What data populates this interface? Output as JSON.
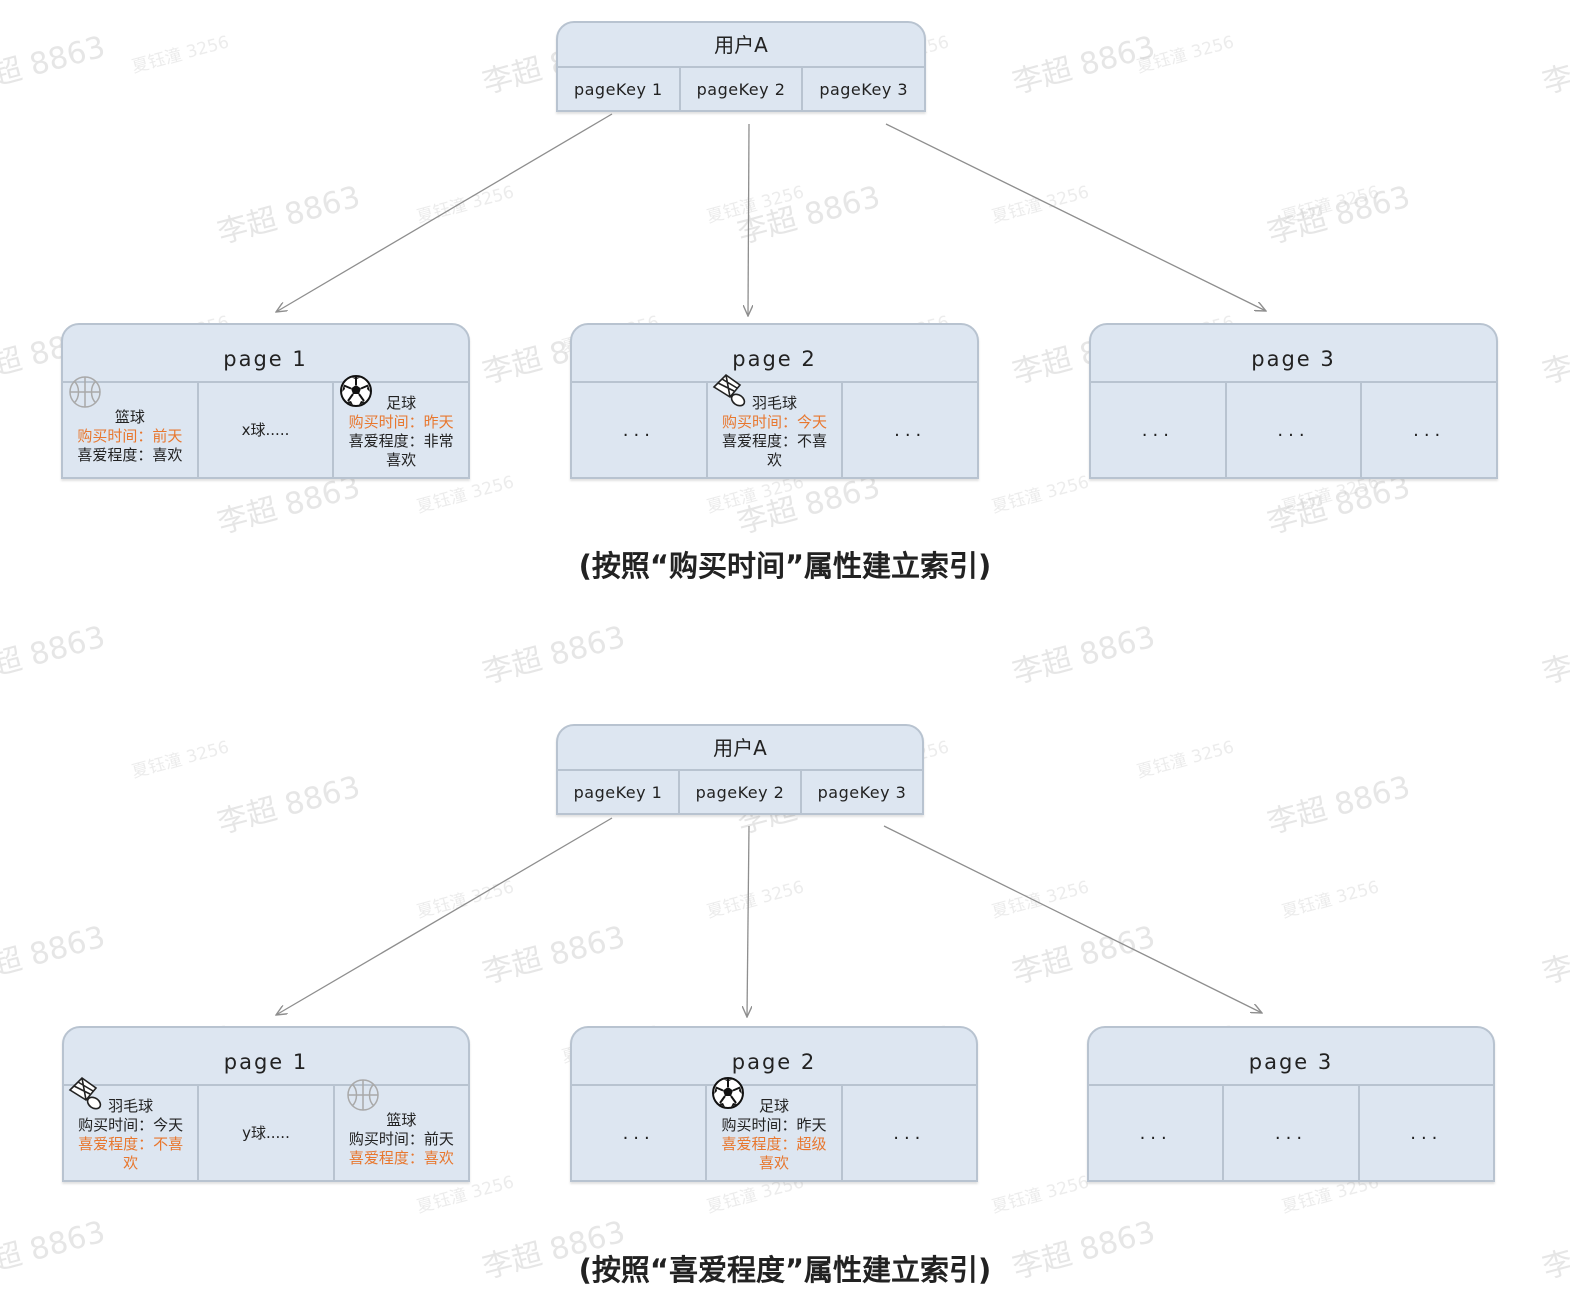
{
  "sections": [
    {
      "user_box": {
        "title": "用户A",
        "keys": [
          "pageKey 1",
          "pageKey 2",
          "pageKey 3"
        ]
      },
      "pages": [
        {
          "title": "page 1",
          "cells": [
            {
              "kind": "item",
              "icon": "basketball-icon",
              "name": "篮球",
              "lines": [
                {
                  "text": "购买时间：前天",
                  "color": "orange"
                },
                {
                  "text": "喜爱程度：喜欢",
                  "color": "dark"
                }
              ]
            },
            {
              "kind": "text",
              "text": "x球....."
            },
            {
              "kind": "item",
              "icon": "soccer-ball-icon",
              "name": "足球",
              "lines": [
                {
                  "text": "购买时间：昨天",
                  "color": "orange"
                },
                {
                  "text": "喜爱程度：非常",
                  "color": "dark"
                },
                {
                  "text": "喜欢",
                  "color": "dark"
                }
              ]
            }
          ]
        },
        {
          "title": "page 2",
          "cells": [
            {
              "kind": "dots",
              "text": "..."
            },
            {
              "kind": "item",
              "icon": "shuttlecock-icon",
              "name": "羽毛球",
              "lines": [
                {
                  "text": "购买时间：今天",
                  "color": "orange"
                },
                {
                  "text": "喜爱程度：不喜",
                  "color": "dark"
                },
                {
                  "text": "欢",
                  "color": "dark"
                }
              ]
            },
            {
              "kind": "dots",
              "text": "..."
            }
          ]
        },
        {
          "title": "page 3",
          "cells": [
            {
              "kind": "dots",
              "text": "..."
            },
            {
              "kind": "dots",
              "text": "..."
            },
            {
              "kind": "dots",
              "text": "..."
            }
          ]
        }
      ],
      "caption": "(按照“购买时间”属性建立索引)"
    },
    {
      "user_box": {
        "title": "用户A",
        "keys": [
          "pageKey 1",
          "pageKey 2",
          "pageKey 3"
        ]
      },
      "pages": [
        {
          "title": "page 1",
          "cells": [
            {
              "kind": "item",
              "icon": "shuttlecock-icon",
              "name": "羽毛球",
              "lines": [
                {
                  "text": "购买时间：今天",
                  "color": "dark"
                },
                {
                  "text": "喜爱程度：不喜",
                  "color": "orange"
                },
                {
                  "text": "欢",
                  "color": "orange"
                }
              ]
            },
            {
              "kind": "text",
              "text": "y球....."
            },
            {
              "kind": "item",
              "icon": "basketball-icon",
              "name": "篮球",
              "lines": [
                {
                  "text": "购买时间：前天",
                  "color": "dark"
                },
                {
                  "text": "喜爱程度：喜欢",
                  "color": "orange"
                }
              ]
            }
          ]
        },
        {
          "title": "page 2",
          "cells": [
            {
              "kind": "dots",
              "text": "..."
            },
            {
              "kind": "item",
              "icon": "soccer-ball-icon",
              "name": "足球",
              "lines": [
                {
                  "text": "购买时间：昨天",
                  "color": "dark"
                },
                {
                  "text": "喜爱程度：超级",
                  "color": "orange"
                },
                {
                  "text": "喜欢",
                  "color": "orange"
                }
              ]
            },
            {
              "kind": "dots",
              "text": "..."
            }
          ]
        },
        {
          "title": "page 3",
          "cells": [
            {
              "kind": "dots",
              "text": "..."
            },
            {
              "kind": "dots",
              "text": "..."
            },
            {
              "kind": "dots",
              "text": "..."
            }
          ]
        }
      ],
      "caption": "(按照“喜爱程度”属性建立索引)"
    }
  ],
  "watermarks": [
    "李超 8863",
    "夏钰潼 3256"
  ],
  "colors": {
    "box_fill": "#dde6f1",
    "box_border": "#b8c3d0",
    "highlight": "#e8772e",
    "text": "#222222",
    "arrow": "#8e8e8e"
  }
}
